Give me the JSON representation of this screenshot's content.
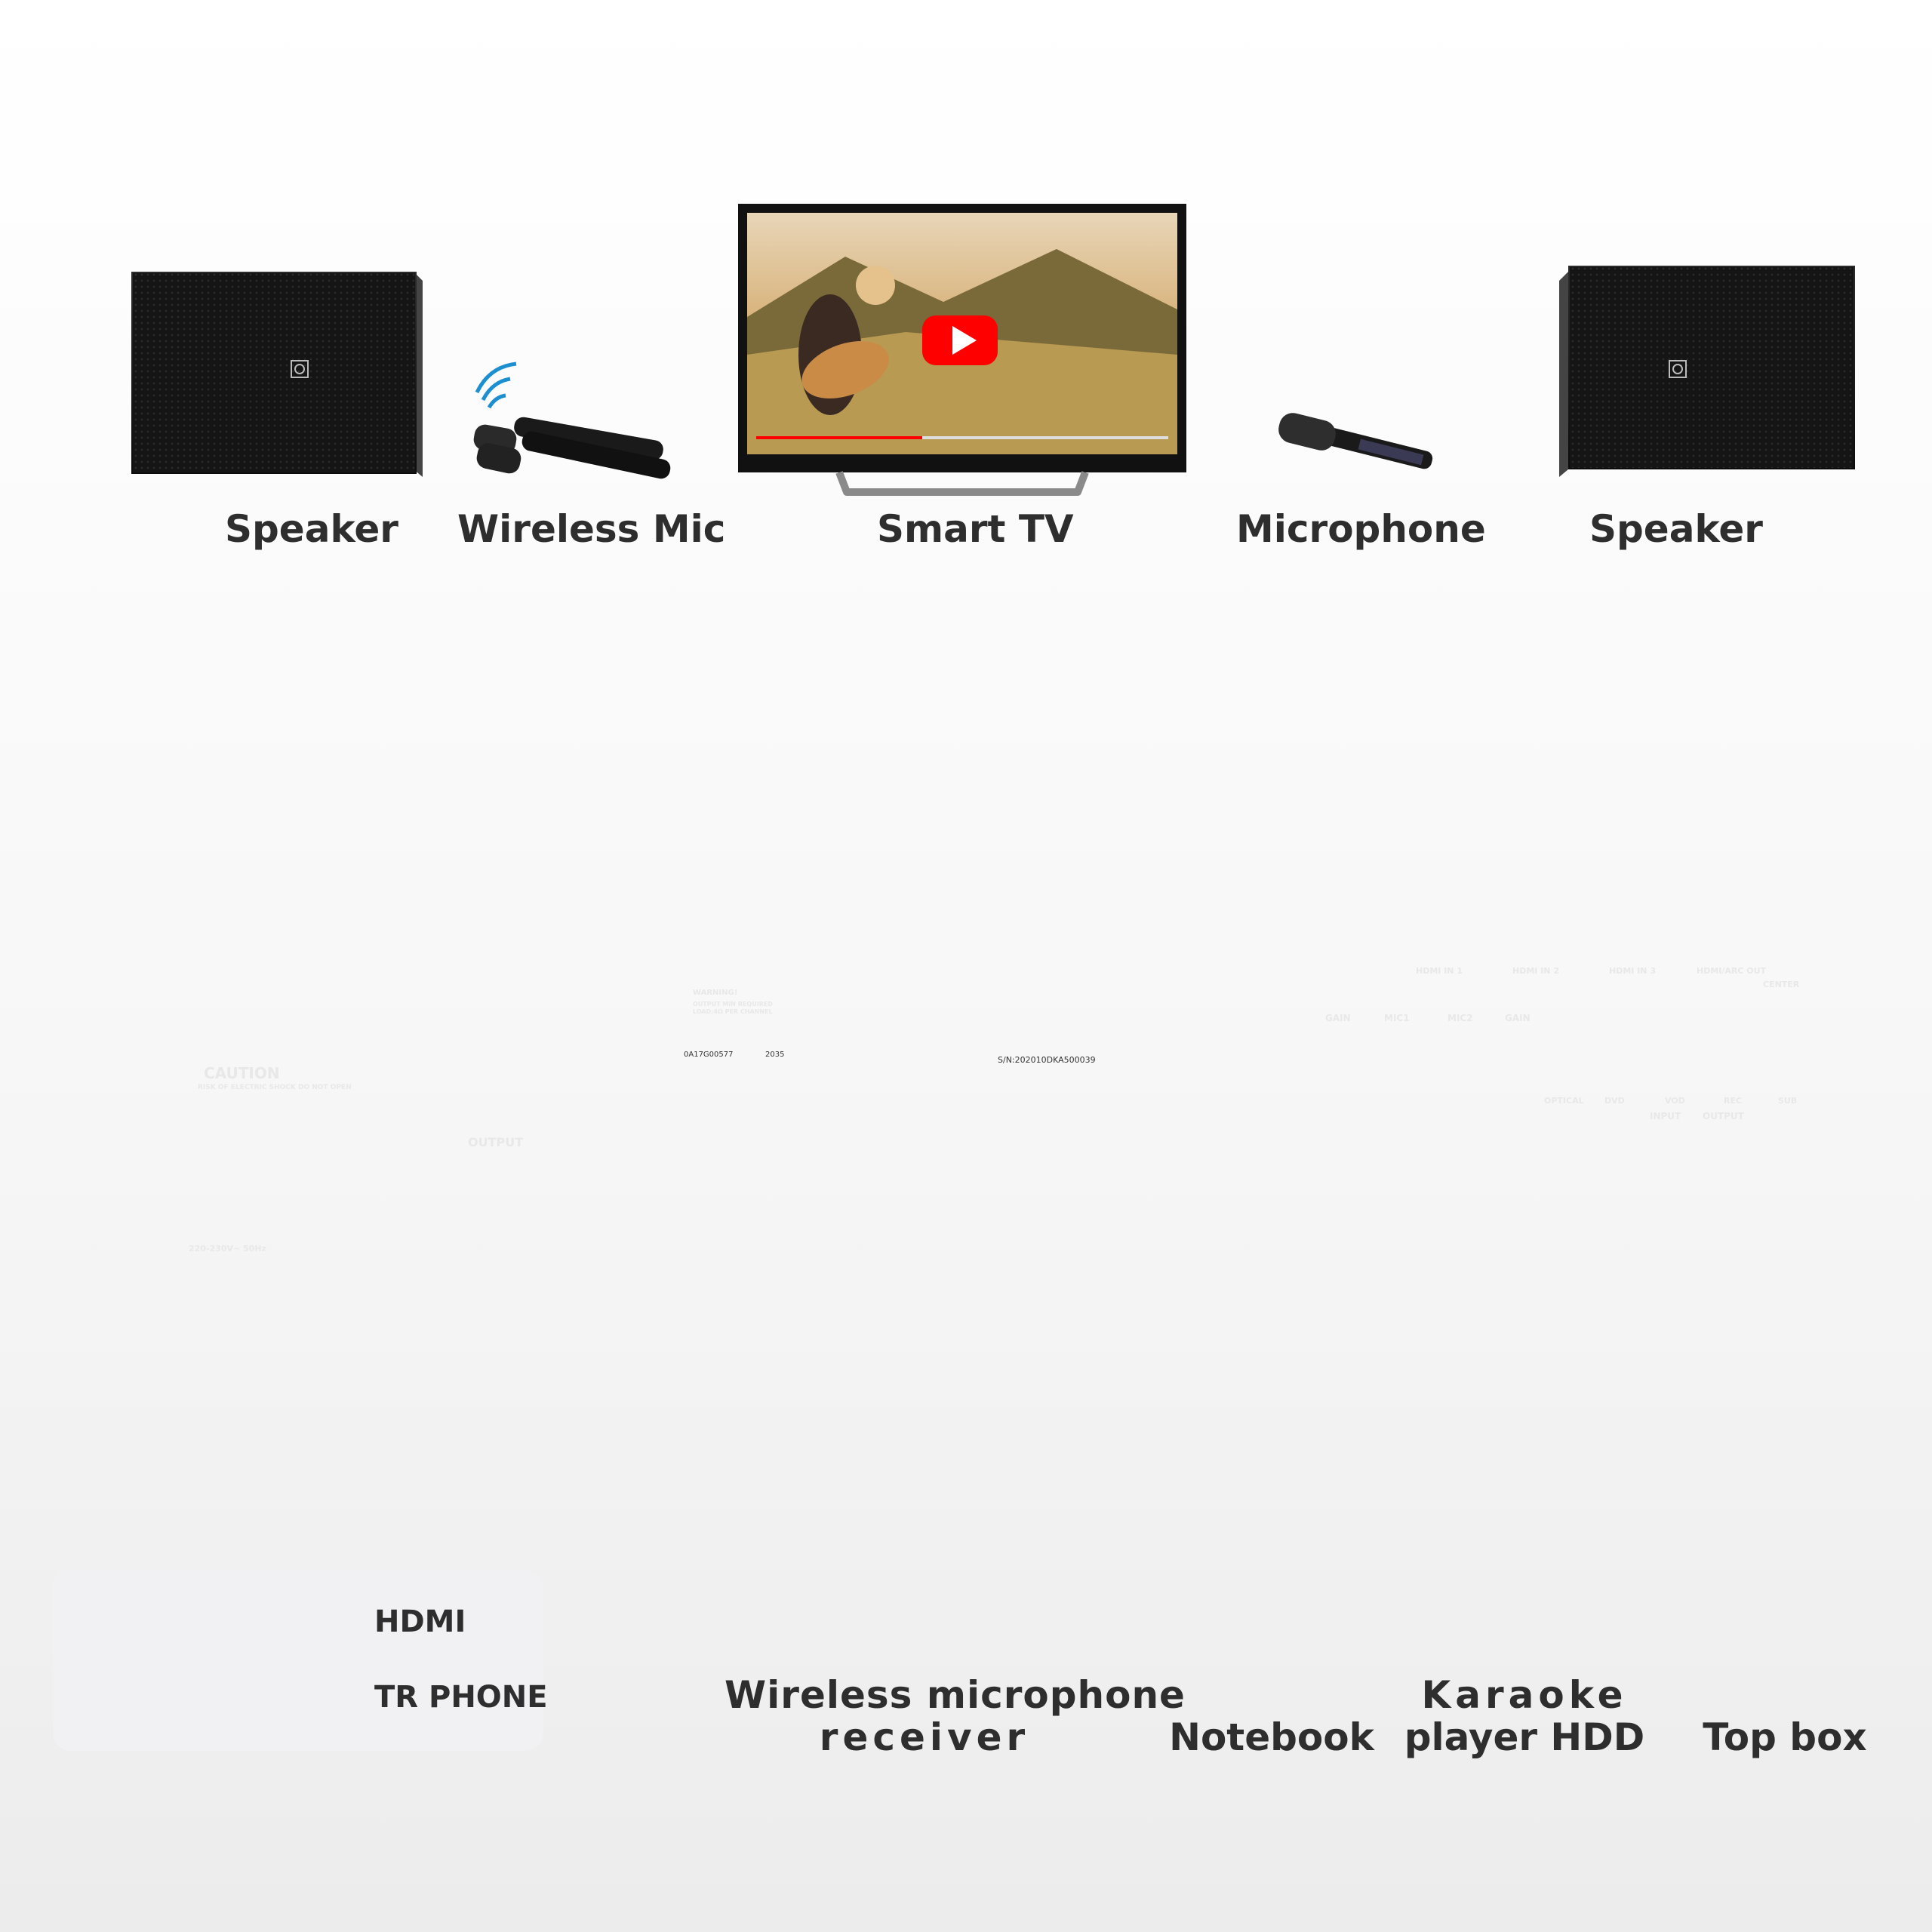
{
  "devices_top": {
    "speaker_left": "Speaker",
    "wireless_mic": "Wireless Mic",
    "smart_tv": "Smart TV",
    "microphone": "Microphone",
    "speaker_right": "Speaker"
  },
  "devices_bottom": {
    "wireless_receiver_line1": "Wireless microphone",
    "wireless_receiver_line2": "receiver",
    "notebook": "Notebook",
    "karaoke_line1": "Karaoke",
    "karaoke_line2": "player HDD",
    "top_box": "Top box"
  },
  "legend": {
    "hdmi": "HDMI",
    "tr_phone": "TR PHONE"
  },
  "amplifier_panel": {
    "caution_title": "CAUTION",
    "caution_sub": "RISK OF ELECTRIC SHOCK DO NOT OPEN",
    "warning_title": "WARNING!",
    "warning_text": "OUTPUT MIN REQUIRED LOAD:4Ω PER CHANNEL",
    "serial_left": "0A17G00577",
    "serial_left_b": "2035",
    "serial_right": "S/N:202010DKA500039",
    "output_label": "OUTPUT",
    "power_rating": "220-230V~ 50Hz",
    "hdmi_in_1": "HDMI IN 1",
    "hdmi_in_2": "HDMI IN 2",
    "hdmi_in_3": "HDMI IN 3",
    "hdmi_arc_out": "HDMI/ARC OUT",
    "gain_left": "GAIN",
    "mic1": "MIC1",
    "mic2": "MIC2",
    "gain_right": "GAIN",
    "optical": "OPTICAL",
    "dvd": "DVD",
    "vod": "VOD",
    "rec": "REC",
    "sub": "SUB",
    "center": "CENTER",
    "input": "INPUT",
    "output": "OUTPUT"
  },
  "colors": {
    "speaker_cable": "#2aa3d6",
    "hdmi_cable": "#5d63b5",
    "tr_phone_cable": "#6b3fa0",
    "label_text": "#2e2e2e"
  }
}
